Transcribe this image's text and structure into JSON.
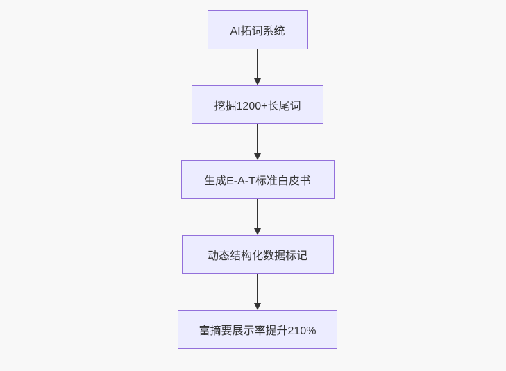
{
  "flowchart": {
    "direction": "top-down",
    "nodes": [
      {
        "id": "A",
        "label": "AI拓词系统"
      },
      {
        "id": "B",
        "label": "挖掘1200+长尾词"
      },
      {
        "id": "C",
        "label": "生成E-A-T标准白皮书"
      },
      {
        "id": "D",
        "label": "动态结构化数据标记"
      },
      {
        "id": "E",
        "label": "富摘要展示率提升210%"
      }
    ],
    "edges": [
      {
        "from": "A",
        "to": "B",
        "style": "arrow-down"
      },
      {
        "from": "B",
        "to": "C",
        "style": "arrow-down"
      },
      {
        "from": "C",
        "to": "D",
        "style": "arrow-down"
      },
      {
        "from": "D",
        "to": "E",
        "style": "arrow-down"
      }
    ],
    "colors": {
      "node_fill": "#ECECFF",
      "node_border": "#9370DB",
      "node_text": "#333333",
      "arrow": "#333333",
      "background": "#f8f8f8"
    }
  }
}
